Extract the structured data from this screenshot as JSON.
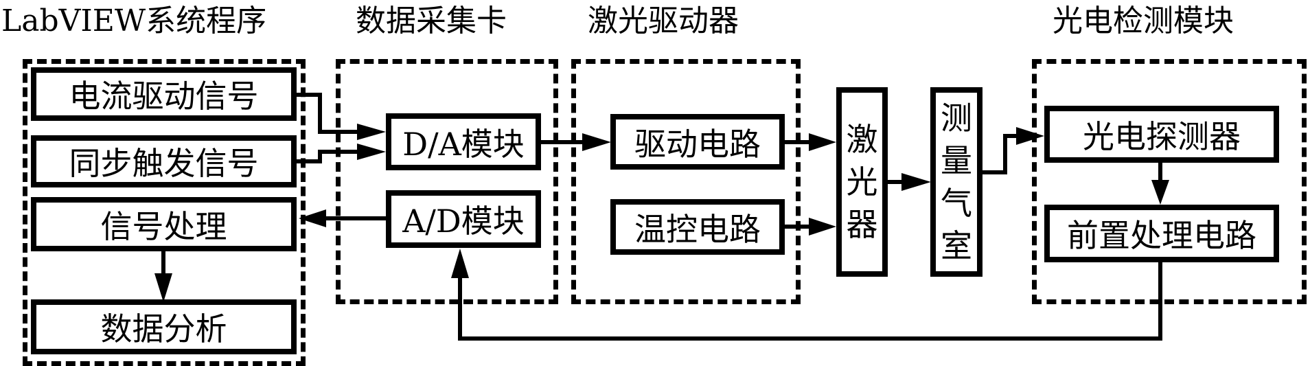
{
  "titles": {
    "labview": "LabVIEW系统程序",
    "daq": "数据采集卡",
    "laser_driver": "激光驱动器",
    "photo_detect": "光电检测模块"
  },
  "blocks": {
    "current_drive_signal": "电流驱动信号",
    "sync_trigger_signal": "同步触发信号",
    "signal_processing": "信号处理",
    "data_analysis": "数据分析",
    "da_module": "D/A模块",
    "ad_module": "A/D模块",
    "drive_circuit": "驱动电路",
    "temp_control_circuit": "温控电路",
    "laser": [
      "激",
      "光",
      "器"
    ],
    "gas_cell": [
      "测",
      "量",
      "气",
      "室"
    ],
    "photodetector": "光电探测器",
    "preprocessing_circuit": "前置处理电路"
  },
  "connections": [
    {
      "from": "电流驱动信号",
      "to": "D/A模块"
    },
    {
      "from": "同步触发信号",
      "to": "D/A模块"
    },
    {
      "from": "D/A模块",
      "to": "驱动电路"
    },
    {
      "from": "驱动电路",
      "to": "激光器"
    },
    {
      "from": "温控电路",
      "to": "激光器"
    },
    {
      "from": "激光器",
      "to": "测量气室"
    },
    {
      "from": "测量气室",
      "to": "光电探测器"
    },
    {
      "from": "光电探测器",
      "to": "前置处理电路"
    },
    {
      "from": "前置处理电路",
      "to": "A/D模块"
    },
    {
      "from": "A/D模块",
      "to": "信号处理"
    },
    {
      "from": "信号处理",
      "to": "数据分析"
    }
  ]
}
